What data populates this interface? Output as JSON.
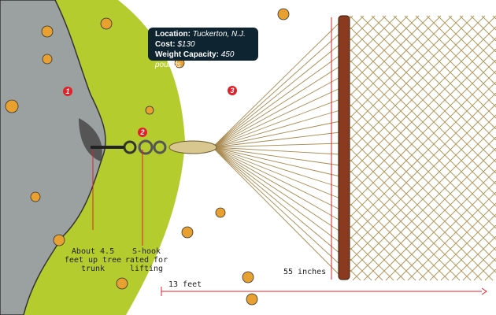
{
  "info_box": {
    "location_label": "Location:",
    "location_value": "Tuckerton, N.J.",
    "cost_label": "Cost:",
    "cost_value": "$130",
    "capacity_label": "Weight Capacity:",
    "capacity_value": "450 pounds"
  },
  "markers": [
    "1",
    "2",
    "3"
  ],
  "annotations": {
    "tree_height": "About 4.5 feet up tree trunk",
    "hook": "S-hook rated for lifting",
    "width": "55 inches",
    "length": "13 feet"
  },
  "colors": {
    "accent": "#e0202a",
    "box": "#0e2430",
    "grass": "#b5cc2e",
    "bar": "#8a3a1e"
  }
}
